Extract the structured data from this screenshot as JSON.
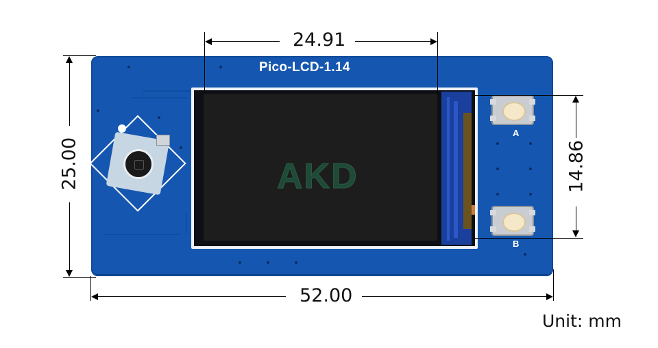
{
  "board": {
    "title": "Pico-LCD-1.14",
    "color": "#1557b0",
    "buttons": [
      {
        "label": "A"
      },
      {
        "label": "B"
      }
    ],
    "screen_logo": "AKD",
    "components": [
      "joystick",
      "lcd-display",
      "button-a",
      "button-b"
    ]
  },
  "dimensions": {
    "top_width": "24.91",
    "left_height": "25.00",
    "right_height": "14.86",
    "bottom_width": "52.00"
  },
  "unit_label": "Unit: mm"
}
